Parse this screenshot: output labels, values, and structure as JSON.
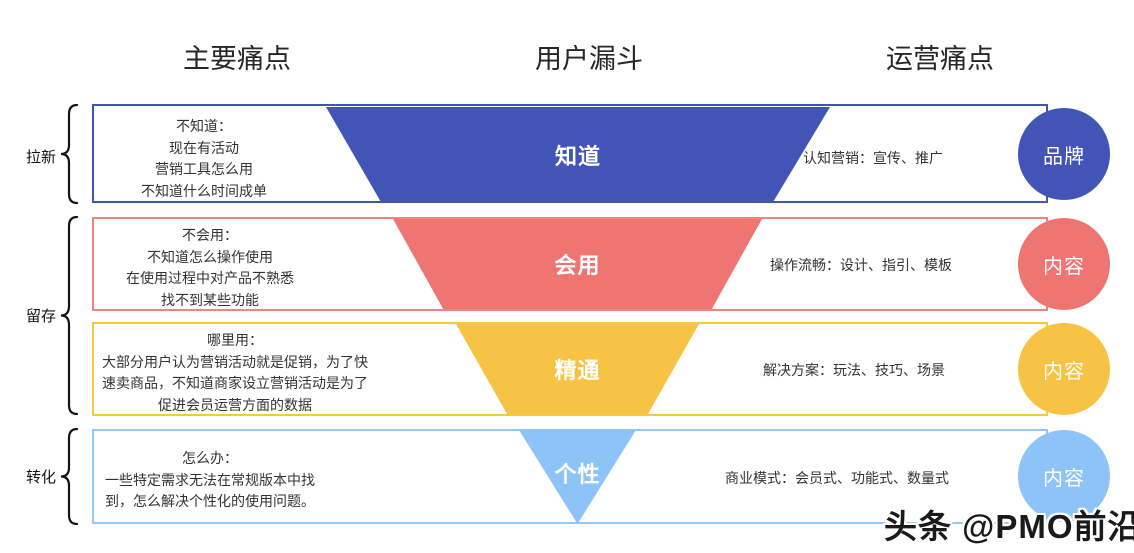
{
  "headers": {
    "left": "主要痛点",
    "funnel": "用户漏斗",
    "right": "运营痛点"
  },
  "brackets": [
    {
      "label": "拉新"
    },
    {
      "label": "留存"
    },
    {
      "label": "转化"
    }
  ],
  "rows": [
    {
      "pain_lines": [
        "不知道：",
        "现在有活动",
        "营销工具怎么用",
        "不知道什么时间成单"
      ],
      "funnel_label": "知道",
      "operation_text": "认知营销：宣传、推广",
      "circle_label": "品牌",
      "color": "#4254b5",
      "border_color": "#4254b5"
    },
    {
      "pain_lines": [
        "不会用：",
        "不知道怎么操作使用",
        "在使用过程中对产品不熟悉",
        "找不到某些功能"
      ],
      "funnel_label": "会用",
      "operation_text": "操作流畅：设计、指引、模板",
      "circle_label": "内容",
      "color": "#ee7572",
      "border_color": "#f08481"
    },
    {
      "pain_lines": [
        "哪里用：",
        "大部分用户认为营销活动就是促销，为了快",
        "速卖商品，不知道商家设立营销活动是为了",
        "促进会员运营方面的数据"
      ],
      "funnel_label": "精通",
      "operation_text": "解决方案：玩法、技巧、场景",
      "circle_label": "内容",
      "color": "#f6c344",
      "border_color": "#f8c840"
    },
    {
      "pain_lines": [
        "怎么办：",
        "一些特定需求无法在常规版本中找",
        "到，怎么解决个性化的使用问题。"
      ],
      "funnel_label": "个性",
      "operation_text": "商业模式：会员式、功能式、数量式",
      "circle_label": "内容",
      "color": "#8ec3f7",
      "border_color": "#94c7f8"
    }
  ],
  "watermark": "头条 @PMO前沿"
}
